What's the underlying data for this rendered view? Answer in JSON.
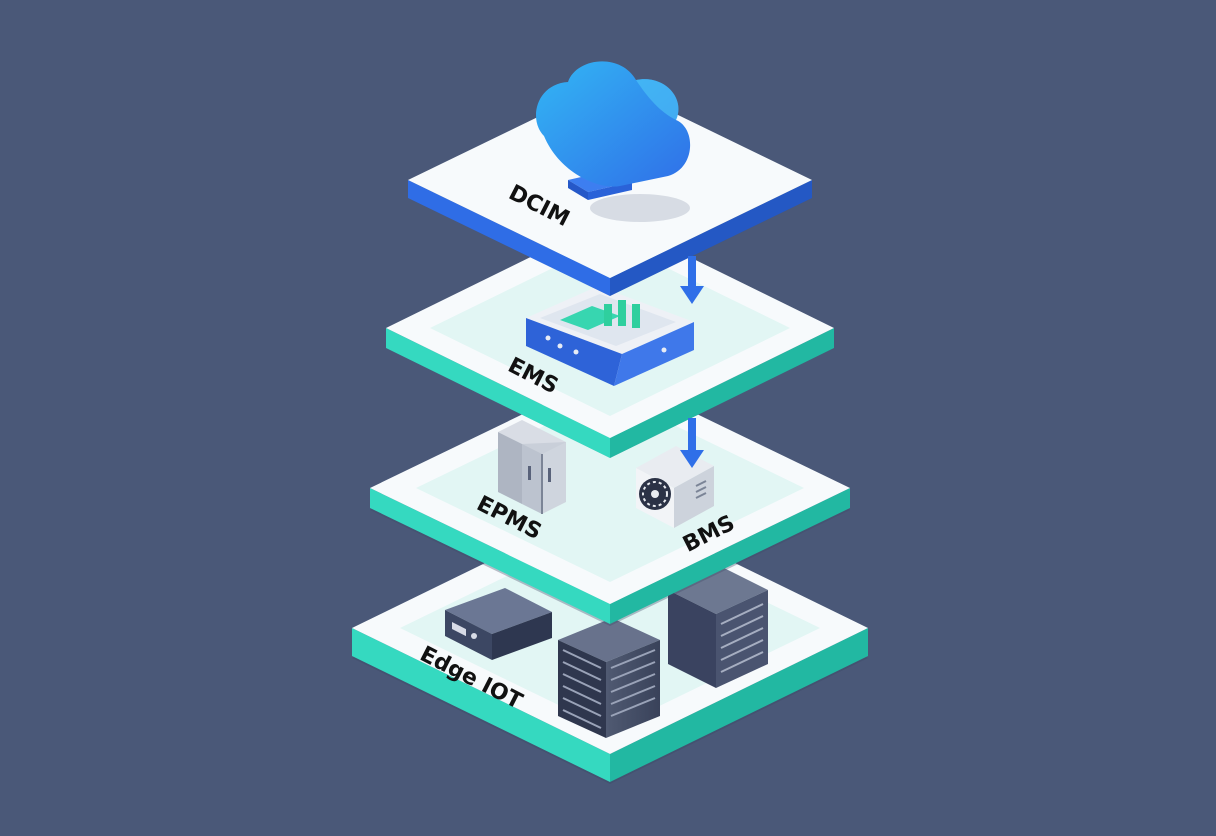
{
  "colors": {
    "background": "#4a5878",
    "dcim_edge": "#2f6de6",
    "layer_edge": "#35d9c0",
    "plate_top": "#f7fafc",
    "plate_inner": "#e2f6f4",
    "arrow": "#2f6fe8"
  },
  "layers": [
    {
      "id": "dcim",
      "label": "DCIM",
      "icon": "cloud-icon"
    },
    {
      "id": "ems",
      "label": "EMS",
      "icon": "analytics-appliance-icon"
    },
    {
      "id": "epms_bms",
      "label": "EPMS",
      "label_2": "BMS",
      "icon": "electrical-cabinet-icon",
      "icon_2": "hvac-fan-unit-icon"
    },
    {
      "id": "edge",
      "label": "Edge IOT",
      "icon": "network-appliance-icon",
      "icon_2": "server-rack-icon"
    }
  ],
  "arrows": [
    {
      "from": "DCIM",
      "to": "EMS",
      "direction": "down"
    },
    {
      "from": "EMS",
      "to": "BMS",
      "direction": "down"
    }
  ]
}
